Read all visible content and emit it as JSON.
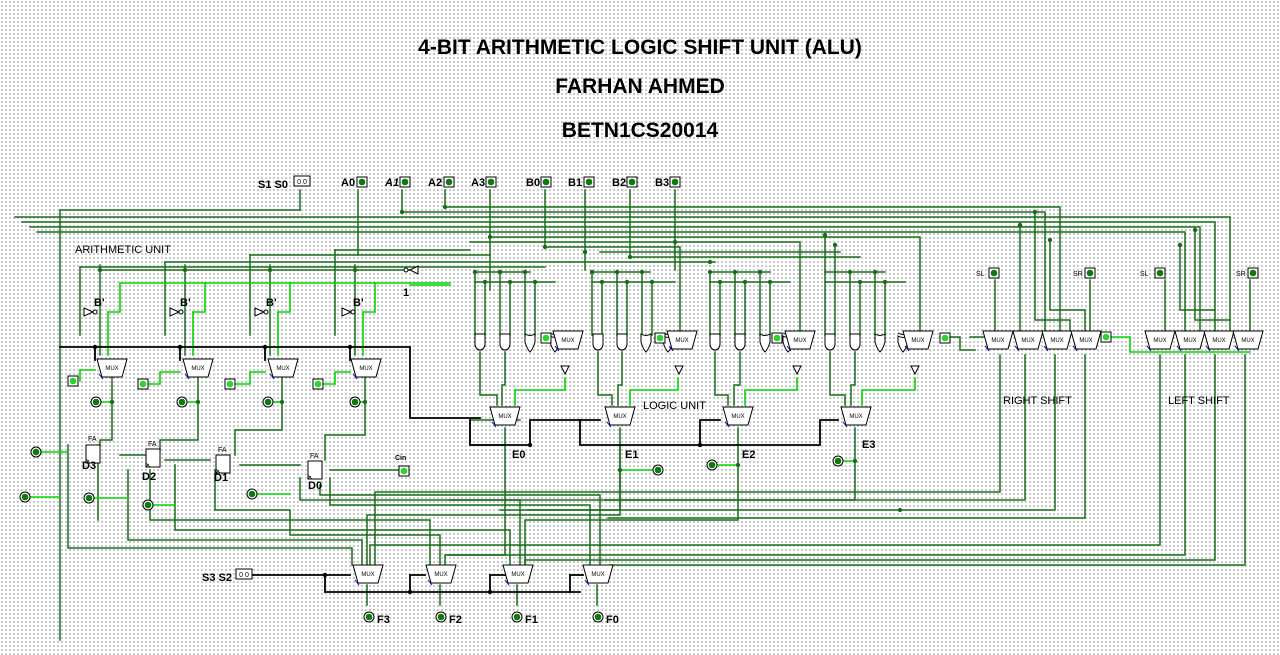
{
  "header": {
    "title": "4-BIT ARITHMETIC LOGIC SHIFT UNIT (ALU)",
    "author": "FARHAN AHMED",
    "id": "BETN1CS20014"
  },
  "inputs": {
    "s1s0": "S1 S0",
    "s3s2": "S3 S2",
    "a0": "A0",
    "a1": "A1",
    "a2": "A2",
    "a3": "A3",
    "b0": "B0",
    "b1": "B1",
    "b2": "B2",
    "b3": "B3",
    "cin": "Cin",
    "sl": "SL",
    "sr": "SR",
    "const1": "1",
    "sel_value": "0 0"
  },
  "sections": {
    "arithmetic": "ARITHMETIC UNIT",
    "logic": "LOGIC UNIT",
    "right_shift": "RIGHT SHIFT",
    "left_shift": "LEFT SHIFT"
  },
  "components": {
    "mux": "MUX",
    "fa": "FA",
    "bnot": "B'",
    "d3": "D3",
    "d2": "D2",
    "d1": "D1",
    "d0": "D0",
    "e0": "E0",
    "e1": "E1",
    "e2": "E2",
    "e3": "E3"
  },
  "outputs": {
    "f3": "F3",
    "f2": "F2",
    "f1": "F1",
    "f0": "F0"
  },
  "colors": {
    "wire_dark": "#186e18",
    "wire_bright": "#00d800",
    "wire_black": "#000000",
    "pin_fill": "#0c7a0c",
    "pin_on": "#2bd42b"
  }
}
